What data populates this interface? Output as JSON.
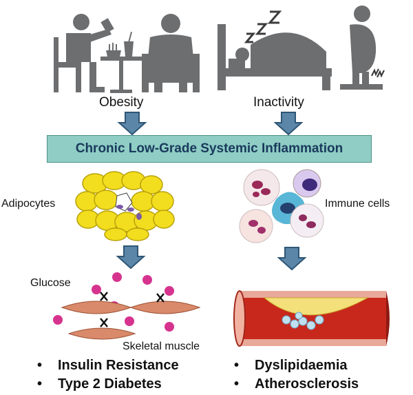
{
  "labels": {
    "obesity": "Obesity",
    "inactivity": "Inactivity",
    "banner": "Chronic Low-Grade Systemic Inflammation",
    "adipocytes": "Adipocytes",
    "immune_cells": "Immune cells",
    "glucose": "Glucose",
    "skeletal_muscle": "Skeletal muscle"
  },
  "outcomes_left": [
    "Insulin Resistance",
    "Type 2 Diabetes"
  ],
  "outcomes_right": [
    "Dyslipidaemia",
    "Atherosclerosis"
  ],
  "icons": {
    "eating": "person-eating-icon",
    "sitting": "person-sitting-icon",
    "sleeping": "person-sleeping-icon",
    "scale": "person-on-scale-icon",
    "arrow": "down-arrow-icon",
    "adipose": "adipocyte-cluster-icon",
    "immune": "immune-cells-icon",
    "muscle": "muscle-fiber-icon",
    "glucose": "glucose-molecule-icon",
    "artery": "artery-plaque-icon"
  },
  "colors": {
    "silhouette": "#6d6e70",
    "arrow_fill": "#5b86a8",
    "arrow_stroke": "#2e5676",
    "banner_bg": "#8fcdc5",
    "banner_text": "#1a3a5c",
    "fat": "#f2de1e",
    "glucose": "#d62e8a",
    "muscle": "#d98a6a",
    "artery": "#c8281c"
  }
}
